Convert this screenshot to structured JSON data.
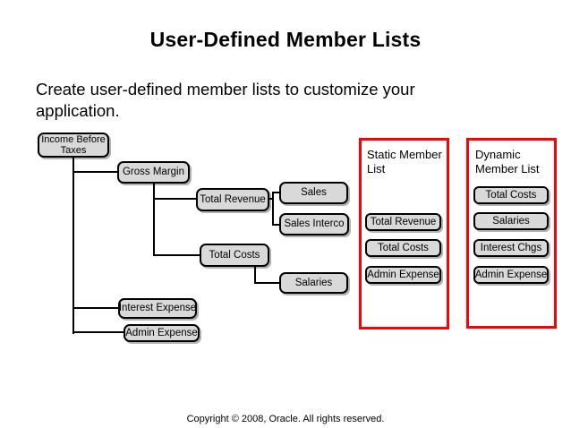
{
  "slide": {
    "title": "User-Defined Member Lists",
    "body": "Create user-defined member lists to customize your application.",
    "footer": "Copyright © 2008, Oracle. All rights reserved."
  },
  "colors": {
    "frame_red": "#ff0000",
    "node_fill": "#d9d9d9",
    "node_border": "#000000",
    "text": "#000000"
  },
  "tree": {
    "nodes": [
      {
        "label": "Income Before Taxes"
      },
      {
        "label": "Gross Margin"
      },
      {
        "label": "Total Revenue"
      },
      {
        "label": "Sales"
      },
      {
        "label": "Sales Interco"
      },
      {
        "label": "Total Costs"
      },
      {
        "label": "Salaries"
      },
      {
        "label": "Interest Expense"
      },
      {
        "label": "Admin Expense"
      }
    ]
  },
  "panels": {
    "static": {
      "title": "Static Member List",
      "items": [
        {
          "label": "Total Revenue"
        },
        {
          "label": "Total Costs"
        },
        {
          "label": "Admin Expense"
        }
      ]
    },
    "dynamic": {
      "title": "Dynamic Member List",
      "items": [
        {
          "label": "Total Costs"
        },
        {
          "label": "Salaries"
        },
        {
          "label": "Interest Chgs"
        },
        {
          "label": "Admin Expense"
        }
      ]
    }
  }
}
